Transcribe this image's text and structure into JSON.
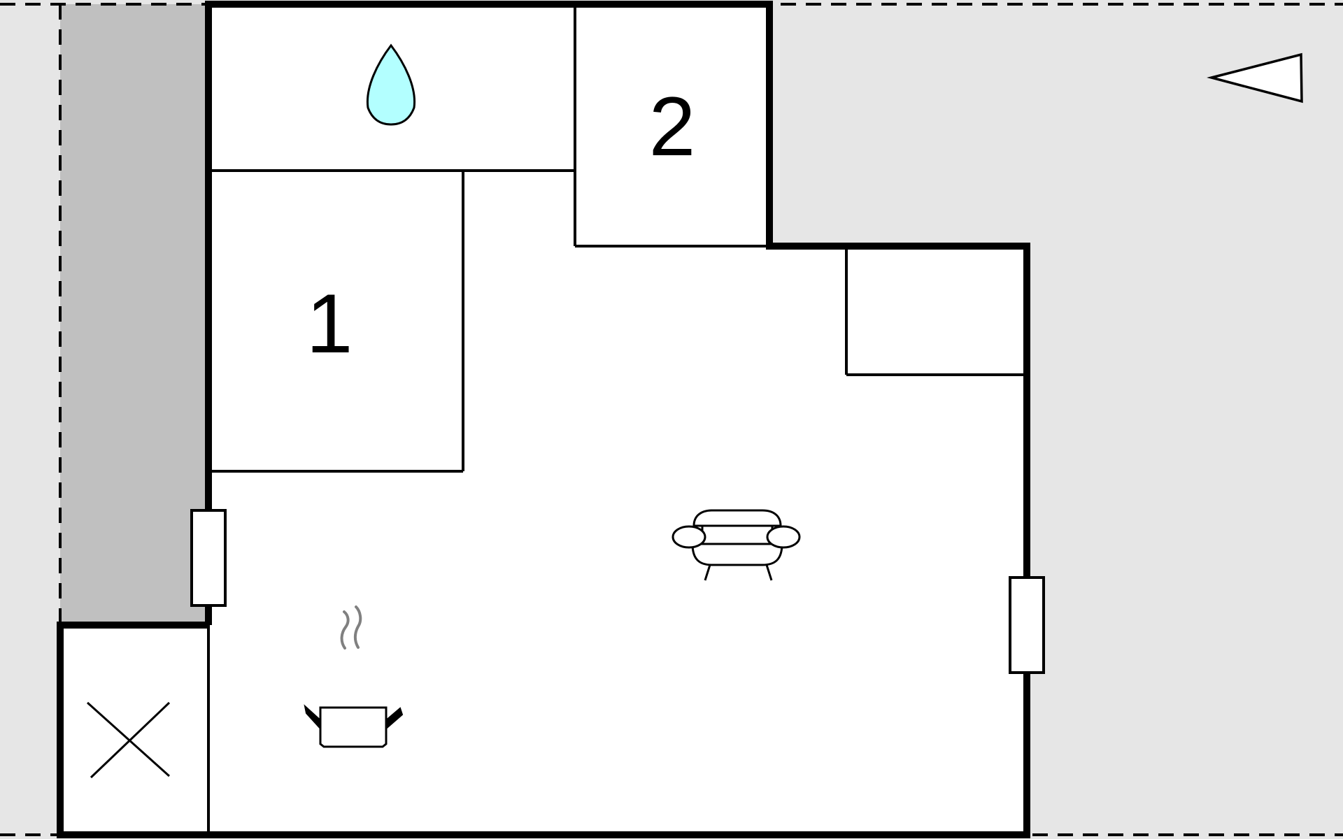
{
  "floorplan": {
    "rooms": [
      {
        "id": "bedroom-1",
        "label": "1"
      },
      {
        "id": "bedroom-2",
        "label": "2"
      }
    ],
    "icons": [
      {
        "name": "water-drop-icon",
        "meaning": "bathroom"
      },
      {
        "name": "sofa-icon",
        "meaning": "living-room"
      },
      {
        "name": "cooking-pot-icon",
        "meaning": "kitchen"
      },
      {
        "name": "north-arrow-icon",
        "meaning": "orientation"
      },
      {
        "name": "cross-icon",
        "meaning": "storage"
      }
    ],
    "colors": {
      "background": "#e6e6e6",
      "terrace": "#c0c0c0",
      "interior": "#ffffff",
      "wall": "#000000",
      "water": "#b3ffff",
      "steam": "#808080"
    }
  }
}
